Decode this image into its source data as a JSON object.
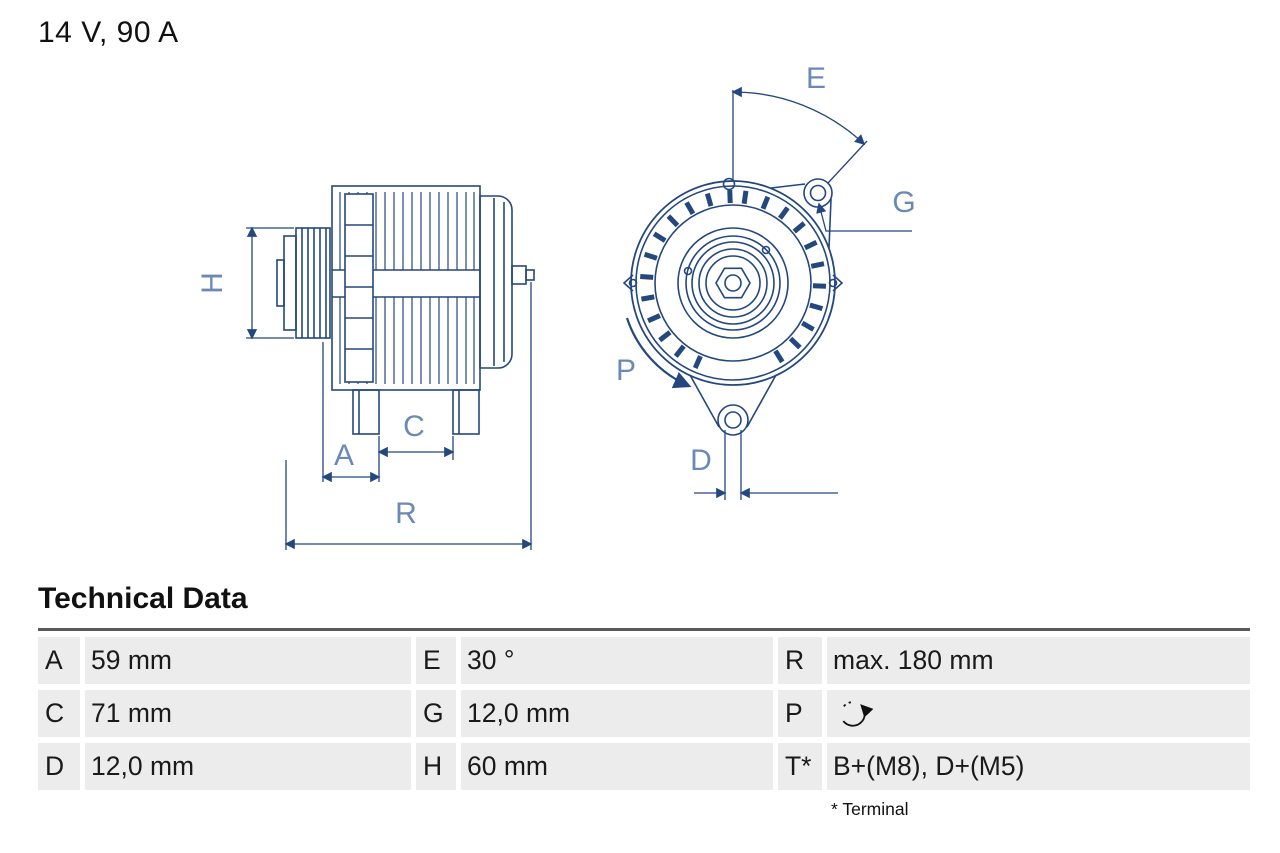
{
  "title": "14 V, 90 A",
  "colors": {
    "drawing_line": "#24477e",
    "dimension_label": "#6b89b5",
    "table_row_bg": "#ececec"
  },
  "diagram": {
    "labels": {
      "H": "H",
      "A": "A",
      "C": "C",
      "R": "R",
      "E": "E",
      "G": "G",
      "P": "P",
      "D": "D"
    }
  },
  "technical_data": {
    "title": "Technical Data",
    "footnote": "* Terminal",
    "rotation_icon": "rotation-direction-icon",
    "rows": [
      {
        "k1": "A",
        "v1": "59 mm",
        "k2": "E",
        "v2": "30 °",
        "k3": "R",
        "v3": "max. 180 mm"
      },
      {
        "k1": "C",
        "v1": "71 mm",
        "k2": "G",
        "v2": "12,0 mm",
        "k3": "P",
        "v3": ""
      },
      {
        "k1": "D",
        "v1": "12,0 mm",
        "k2": "H",
        "v2": "60 mm",
        "k3": "T*",
        "v3": "B+(M8), D+(M5)"
      }
    ]
  }
}
